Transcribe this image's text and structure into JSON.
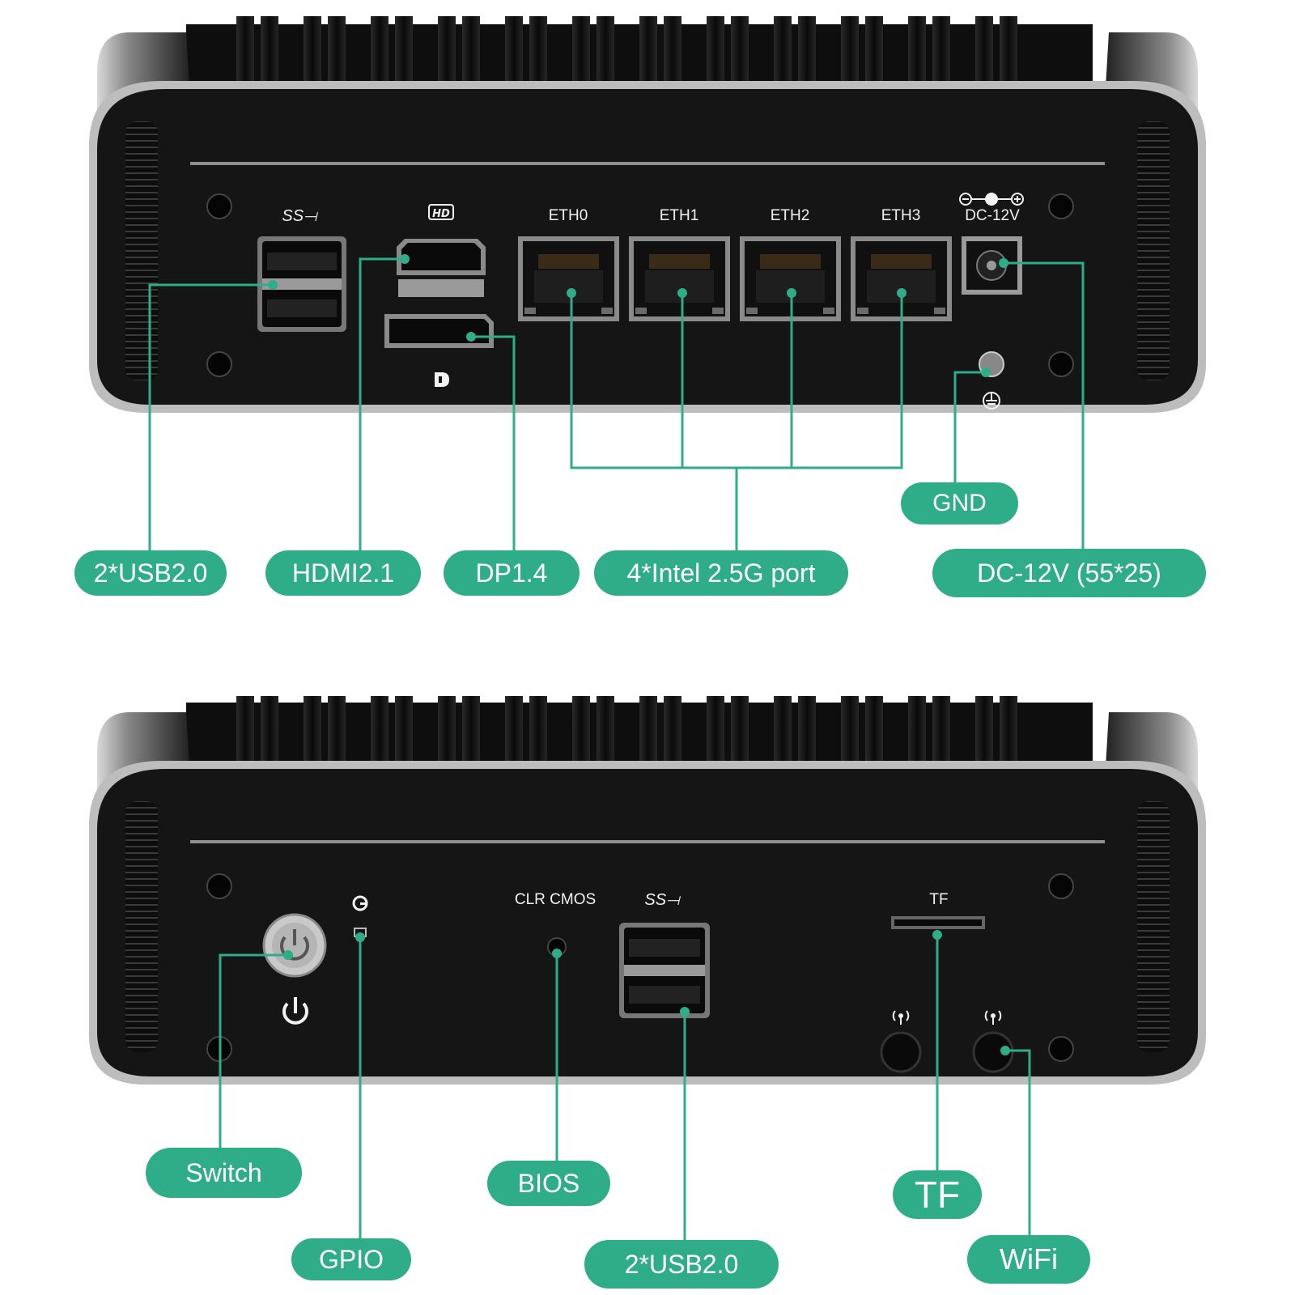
{
  "top_device": {
    "port_labels": {
      "usb": "SS⟞",
      "eth0": "ETH0",
      "eth1": "ETH1",
      "eth2": "ETH2",
      "eth3": "ETH3",
      "dc": "DC-12V"
    },
    "callouts": {
      "usb": "2*USB2.0",
      "hdmi": "HDMI2.1",
      "dp": "DP1.4",
      "ethernet": "4*Intel 2.5G port",
      "gnd": "GND",
      "dc": "DC-12V (55*25)"
    }
  },
  "bottom_device": {
    "port_labels": {
      "clr_cmos": "CLR CMOS",
      "usb": "SS⟞",
      "tf": "TF"
    },
    "callouts": {
      "switch": "Switch",
      "gpio": "GPIO",
      "bios": "BIOS",
      "usb": "2*USB2.0",
      "tf": "TF",
      "wifi": "WiFi"
    }
  },
  "colors": {
    "accent": "#2fad88",
    "chassis": "#121212",
    "panel_text": "#f2f2f2"
  }
}
